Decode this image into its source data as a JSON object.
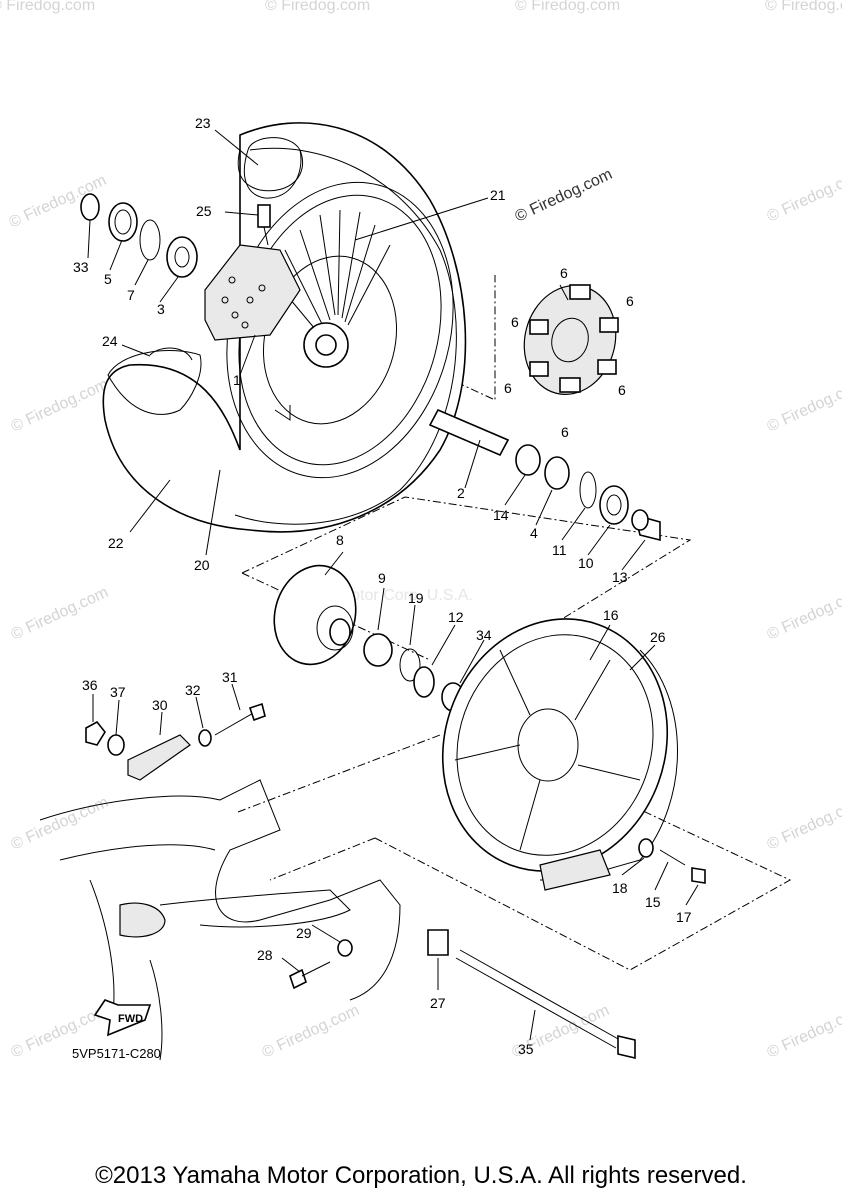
{
  "diagram": {
    "diagram_code": "5VP5171-C280",
    "fwd_label": "FWD",
    "center_watermark": "Yamaha Motor Corp, U.S.A.",
    "site_watermark": "© Firedog.com",
    "copyright": "©2013 Yamaha Motor Corporation, U.S.A. All rights reserved.",
    "callouts": [
      "1",
      "2",
      "3",
      "4",
      "5",
      "6",
      "7",
      "8",
      "9",
      "10",
      "11",
      "12",
      "13",
      "14",
      "15",
      "16",
      "17",
      "18",
      "19",
      "20",
      "21",
      "22",
      "23",
      "24",
      "25",
      "26",
      "27",
      "28",
      "29",
      "30",
      "31",
      "32",
      "33",
      "34",
      "35",
      "36",
      "37"
    ]
  }
}
